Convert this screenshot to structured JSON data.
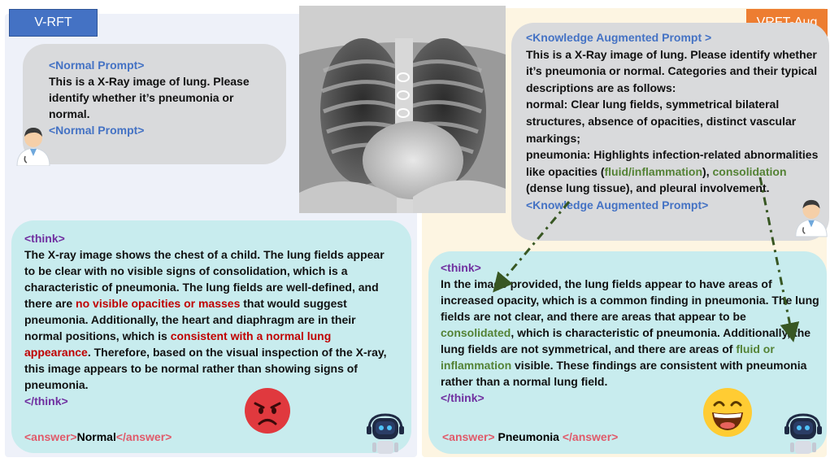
{
  "tags": {
    "left": "V-RFT",
    "right": "VRFT-Aug"
  },
  "normal_prompt": {
    "open": "<Normal Prompt>",
    "body": "This is a X-Ray image of lung. Please identify whether it’s pneumonia or normal.",
    "close": "<Normal Prompt>"
  },
  "knowledge_prompt": {
    "open": "<Knowledge Augmented Prompt >",
    "intro": "This is a X-Ray image of lung. Please identify whether it’s pneumonia or normal. Categories and their typical descriptions are as follows:",
    "normal": "normal: Clear lung fields, symmetrical bilateral structures, absence of opacities, distinct vascular markings;",
    "pneu_a": "pneumonia: Highlights infection-related abnormalities like opacities (",
    "pneu_hl1": "fluid/inflammation",
    "pneu_b": "),",
    "pneu_hl2": "consolidation",
    "pneu_c": " (dense lung tissue), and pleural involvement.",
    "close": "<Knowledge Augmented Prompt>"
  },
  "think_left": {
    "open": "<think>",
    "t1": "The X-ray image shows the chest of a child. The lung fields appear to be clear with no visible signs of consolidation, which is a characteristic of pneumonia. The lung fields are well-defined, and there are ",
    "h1": "no visible opacities or masses",
    "t2": " that would suggest pneumonia. Additionally, the heart and diaphragm are in their normal positions, which is ",
    "h2": "consistent with a normal lung appearance",
    "t3": ". Therefore, based on the visual inspection of the X-ray, this image appears to be normal rather than showing signs of pneumonia.",
    "close": "</think>",
    "answer_open": "<answer>",
    "answer": "Normal",
    "answer_close": "</answer>"
  },
  "think_right": {
    "open": "<think>",
    "t1": "In the image provided, the lung fields appear to have areas of increased opacity, which is a common finding in pneumonia. The lung fields are not clear, and there are areas that appear to be ",
    "h1": "consolidated",
    "t2": ", which is characteristic of pneumonia. Additionally, the lung fields are not symmetrical, and there are areas of ",
    "h2": "fluid or inflammation",
    "t3": " visible. These findings are consistent with pneumonia rather than a normal lung field.",
    "close": "</think>",
    "answer_open": "<answer>",
    "answer": " Pneumonia ",
    "answer_close": "</answer>"
  },
  "colors": {
    "blue_tag": "#4472c4",
    "orange_tag": "#ed7d31",
    "bubble_gray": "#d9dadc",
    "bubble_teal": "#c8ecee",
    "highlight_red": "#c00000",
    "highlight_green": "#548235",
    "tag_purple": "#7030a0",
    "prompt_blue": "#4472c4"
  },
  "icons": [
    "doctor-icon",
    "robot-icon",
    "angry-face-icon",
    "happy-face-icon",
    "xray-image"
  ]
}
